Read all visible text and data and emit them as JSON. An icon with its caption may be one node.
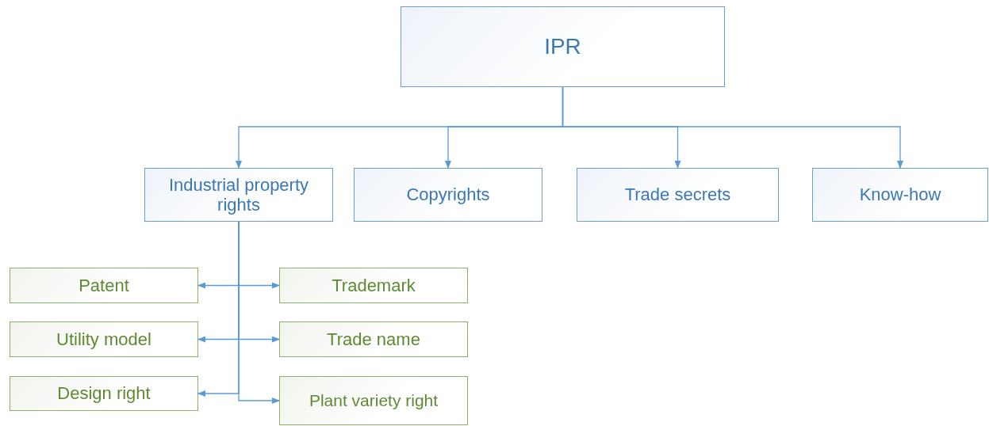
{
  "diagram": {
    "nodes": [
      {
        "text": [
          "IPR"
        ]
      },
      {
        "text": [
          "Industrial property rights"
        ]
      },
      {
        "text": [
          "Copyrights"
        ]
      },
      {
        "text": [
          "Trade secrets"
        ]
      },
      {
        "text": [
          "Know-how"
        ]
      },
      {
        "text": [
          "Patent"
        ]
      },
      {
        "text": [
          "Trademark"
        ]
      },
      {
        "text": [
          "Utility model"
        ]
      },
      {
        "text": [
          "Trade name"
        ]
      },
      {
        "text": [
          "Design right"
        ]
      },
      {
        "text": [
          "Plant variety right"
        ]
      }
    ],
    "edges": [
      {
        "from": 0,
        "to": 1,
        "arrow": "to"
      },
      {
        "from": 0,
        "to": 2,
        "arrow": "to"
      },
      {
        "from": 0,
        "to": 3,
        "arrow": "to"
      },
      {
        "from": 0,
        "to": 4,
        "arrow": "to"
      },
      {
        "from": 1,
        "to": 5,
        "arrow": "to"
      },
      {
        "from": 1,
        "to": 6,
        "arrow": "to"
      },
      {
        "from": 1,
        "to": 7,
        "arrow": "to"
      },
      {
        "from": 1,
        "to": 8,
        "arrow": "to"
      },
      {
        "from": 1,
        "to": 9,
        "arrow": "to"
      },
      {
        "from": 1,
        "to": 10,
        "arrow": "to"
      }
    ]
  }
}
